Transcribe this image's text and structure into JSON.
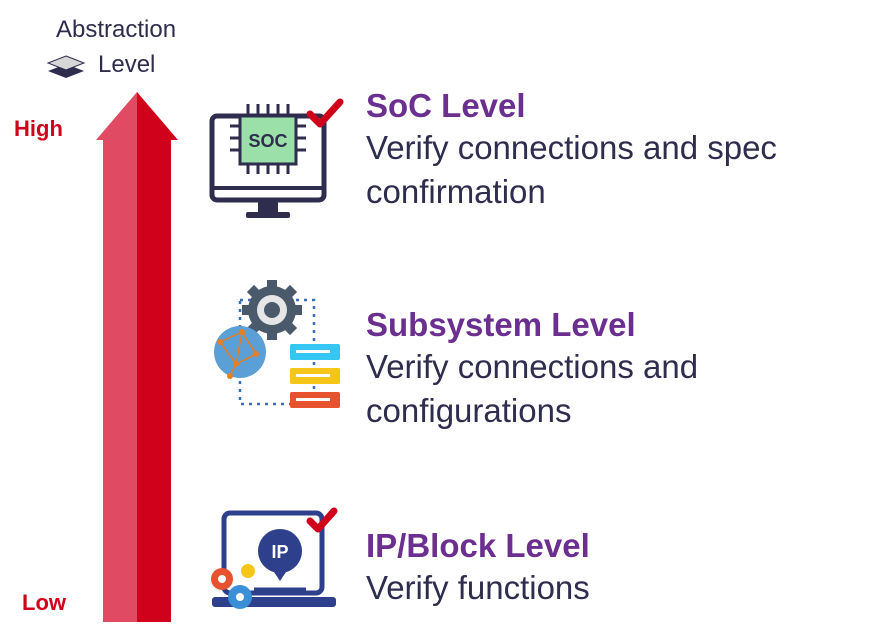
{
  "axis": {
    "title_line1": "Abstraction",
    "title_line2": "Level",
    "high_label": "High",
    "low_label": "Low",
    "arrow_color": "#d0021b",
    "arrow_light_color": "#e04a63"
  },
  "levels": [
    {
      "title": "SoC Level",
      "description_lines": [
        "Verify connections and spec",
        "confirmation"
      ],
      "icon": "soc-monitor-icon",
      "chip_text": "SOC"
    },
    {
      "title": "Subsystem Level",
      "description_lines": [
        "Verify connections and",
        "configurations"
      ],
      "icon": "subsystem-network-icon"
    },
    {
      "title": "IP/Block Level",
      "description_lines": [
        "Verify functions"
      ],
      "icon": "ip-laptop-icon",
      "chip_text": "IP"
    }
  ],
  "colors": {
    "title_purple": "#6b2f8f",
    "text_dark": "#2e2d4d",
    "check_red": "#d0021b"
  }
}
